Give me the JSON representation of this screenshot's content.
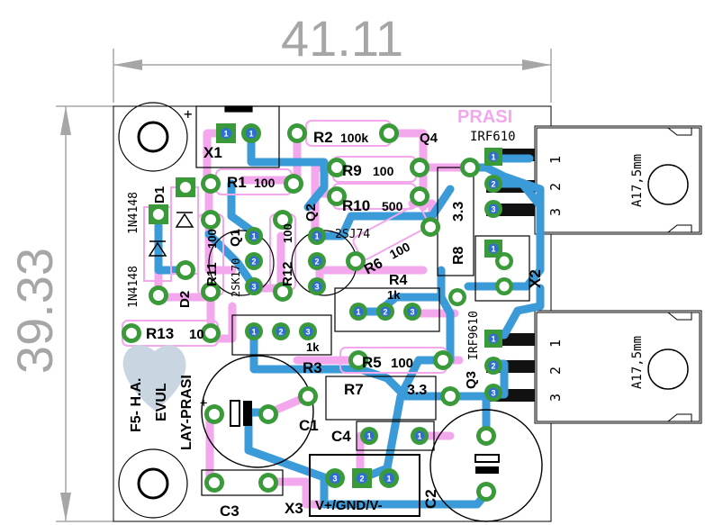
{
  "dimensions": {
    "width": "41.11",
    "height": "39.33"
  },
  "board": {
    "brand": "PRASI",
    "credits": [
      "F5- H.A.",
      "EVUL",
      "LAY-PRASI"
    ],
    "connector_label": "V+/GND/V-"
  },
  "components": {
    "X1": "X1",
    "X2": "X2",
    "X3": "X3",
    "D1": "D1",
    "D1_value": "1N4148",
    "D2": "D2",
    "D2_value": "1N4148",
    "R1": "R1",
    "R1_value": "100",
    "R2": "R2",
    "R2_value": "100k",
    "R3": "R3",
    "R3_value": "1k",
    "R4": "R4",
    "R4_value": "1k",
    "R5": "R5",
    "R5_value": "100",
    "R6": "R6",
    "R6_value": "100",
    "R7": "R7",
    "R7_value": "3.3",
    "R8": "R8",
    "R8_value": "3.3",
    "R9": "R9",
    "R9_value": "100",
    "R10": "R10",
    "R10_value": "500",
    "R11": "R11",
    "R11_value": "100",
    "R12": "R12",
    "R12_value": "100",
    "R13": "R13",
    "R13_value": "10",
    "Q1": "Q1",
    "Q1_value": "2SK170",
    "Q2": "Q2",
    "Q2_value": "2SJ74",
    "Q3": "Q3",
    "Q3_value": "IRF9610",
    "Q4": "Q4",
    "Q4_value": "IRF610",
    "C1": "C1",
    "C2": "C2",
    "C3": "C3",
    "C4": "C4",
    "heatsink_value": "A17,5mm"
  },
  "heatsink_pins": [
    "1",
    "2",
    "3"
  ],
  "pad_numbers": [
    "1",
    "2",
    "3"
  ],
  "colors": {
    "board": "#ffffff",
    "outline": "#000000",
    "dimension": "#a6a6a6",
    "silk_pink": "#f3a7ec",
    "trace_blue": "#3b9ad8",
    "pad_green": "#3a9a3a",
    "pad_blue": "#2f6fd0",
    "hole_gray": "#cfcfcf"
  }
}
